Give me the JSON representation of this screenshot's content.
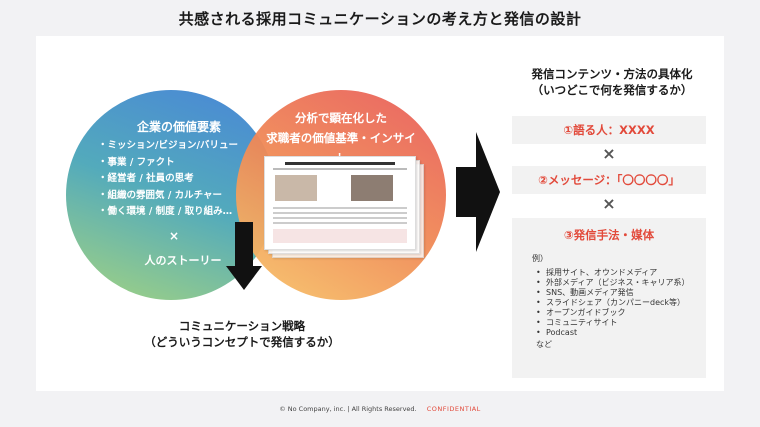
{
  "title": "共感される採用コミュニケーションの考え方と発信の設計",
  "left_circle": {
    "title": "企業の価値要素",
    "items": [
      "ミッション/ビジョン/バリュー",
      "事業 / ファクト",
      "経営者 / 社員の思考",
      "組織の雰囲気 / カルチャー",
      "働く環境 / 制度 / 取り組み…"
    ],
    "times": "×",
    "story": "人のストーリー"
  },
  "right_circle": {
    "title_line1": "分析で顕在化した",
    "title_line2": "求職者の価値基準・インサイト"
  },
  "strategy": {
    "line1": "コミュニケーション戦略",
    "line2": "（どういうコンセプトで発信するか）"
  },
  "right_section": {
    "head_line1": "発信コンテンツ・方法の具体化",
    "head_line2": "（いつどこで何を発信するか）",
    "box1": "①語る人：XXXX",
    "times": "×",
    "box2": "②メッセージ：「〇〇〇〇」",
    "box3": {
      "title": "③発信手法・媒体",
      "example_label": "例）",
      "items": [
        "採用サイト、オウンドメディア",
        "外部メディア（ビジネス・キャリア系）",
        "SNS、動画メディア発信",
        "スライドシェア（カンパニーdeck等）",
        "オープンガイドブック",
        "コミュニティサイト",
        "Podcast"
      ],
      "etc": "など"
    }
  },
  "footer": {
    "copyright": "© No Company, inc. | All Rights Reserved.",
    "confidential": "CONFIDENTIAL"
  },
  "colors": {
    "accent_red": "#e24a3b",
    "blue": "#3f7fd6",
    "green": "#9fd17a",
    "orange": "#f08a56"
  }
}
